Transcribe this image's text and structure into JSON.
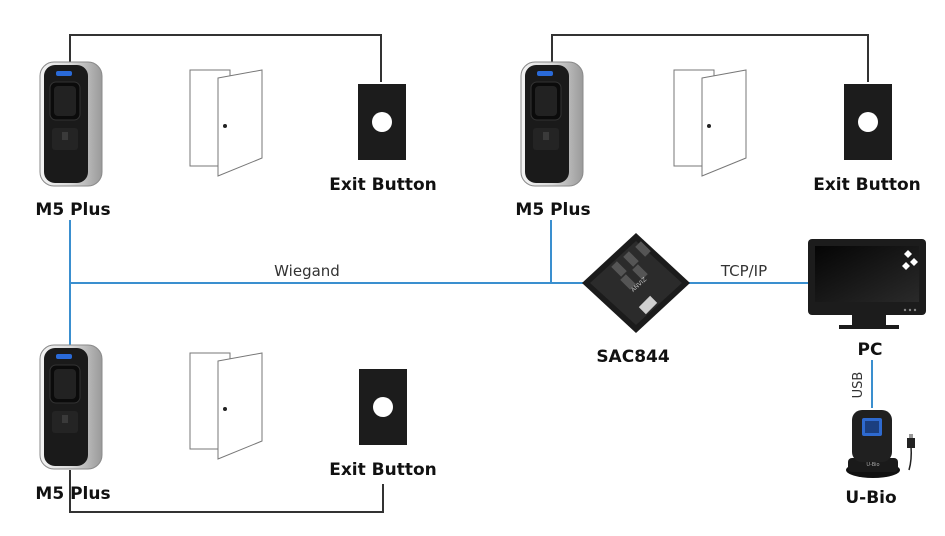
{
  "labels": {
    "reader": "M5 Plus",
    "exit_button": "Exit Button",
    "controller": "SAC844",
    "pc": "PC",
    "enroller": "U-Bio"
  },
  "links": {
    "wiegand": "Wiegand",
    "tcpip": "TCP/IP",
    "usb": "USB"
  },
  "colors": {
    "network_line": "#3a8fcf",
    "wire_line": "#333333",
    "device_dark": "#1c1c1c",
    "reader_led": "#2a6ad8"
  }
}
